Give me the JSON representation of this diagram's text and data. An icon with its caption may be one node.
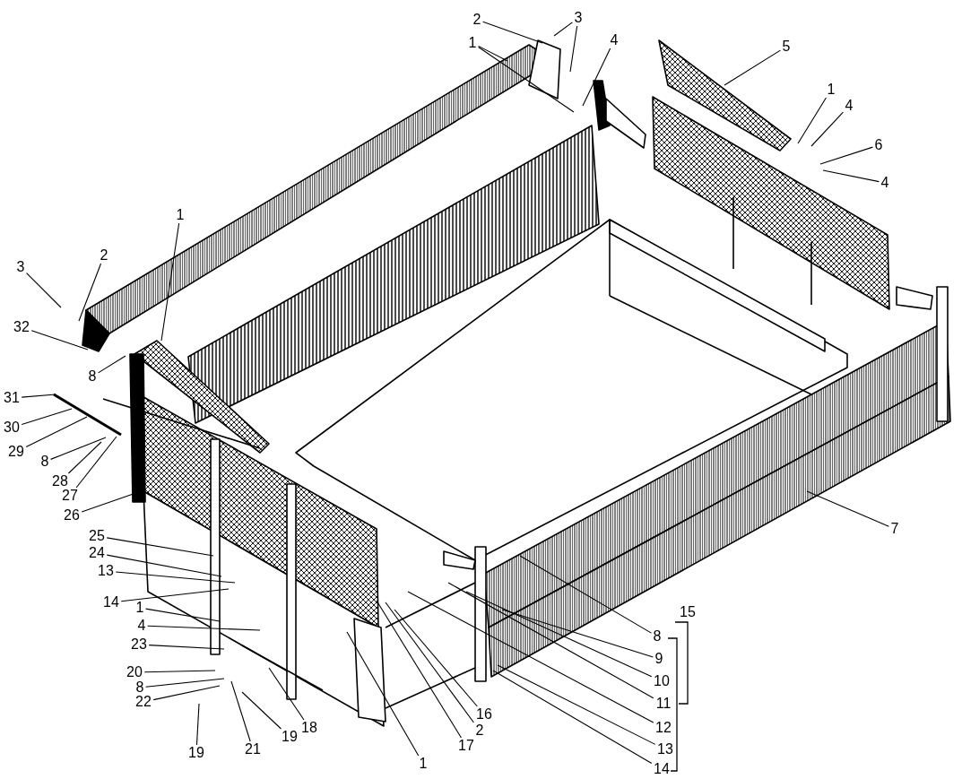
{
  "diagram": {
    "nodes": [
      {
        "text": [
          "2"
        ]
      },
      {
        "text": [
          "3"
        ]
      },
      {
        "text": [
          "1"
        ]
      },
      {
        "text": [
          "4"
        ]
      },
      {
        "text": [
          "5"
        ]
      },
      {
        "text": [
          "1"
        ]
      },
      {
        "text": [
          "4"
        ]
      },
      {
        "text": [
          "6"
        ]
      },
      {
        "text": [
          "4"
        ]
      },
      {
        "text": [
          "1"
        ]
      },
      {
        "text": [
          "3"
        ]
      },
      {
        "text": [
          "2"
        ]
      },
      {
        "text": [
          "32"
        ]
      },
      {
        "text": [
          "8"
        ]
      },
      {
        "text": [
          "31"
        ]
      },
      {
        "text": [
          "30"
        ]
      },
      {
        "text": [
          "29"
        ]
      },
      {
        "text": [
          "8"
        ]
      },
      {
        "text": [
          "28"
        ]
      },
      {
        "text": [
          "27"
        ]
      },
      {
        "text": [
          "26"
        ]
      },
      {
        "text": [
          "25"
        ]
      },
      {
        "text": [
          "24"
        ]
      },
      {
        "text": [
          "13"
        ]
      },
      {
        "text": [
          "14"
        ]
      },
      {
        "text": [
          "1"
        ]
      },
      {
        "text": [
          "4"
        ]
      },
      {
        "text": [
          "23"
        ]
      },
      {
        "text": [
          "20"
        ]
      },
      {
        "text": [
          "8"
        ]
      },
      {
        "text": [
          "22"
        ]
      },
      {
        "text": [
          "19"
        ]
      },
      {
        "text": [
          "21"
        ]
      },
      {
        "text": [
          "19"
        ]
      },
      {
        "text": [
          "18"
        ]
      },
      {
        "text": [
          "1"
        ]
      },
      {
        "text": [
          "17"
        ]
      },
      {
        "text": [
          "2"
        ]
      },
      {
        "text": [
          "16"
        ]
      },
      {
        "text": [
          "7"
        ]
      },
      {
        "text": [
          "8"
        ]
      },
      {
        "text": [
          "9"
        ]
      },
      {
        "text": [
          "10"
        ]
      },
      {
        "text": [
          "11"
        ]
      },
      {
        "text": [
          "12"
        ]
      },
      {
        "text": [
          "13"
        ]
      },
      {
        "text": [
          "14"
        ]
      },
      {
        "text": [
          "15"
        ]
      }
    ],
    "edges": [
      {
        "from": 0,
        "to": null,
        "arrow": "none"
      },
      {
        "from": 1,
        "to": null,
        "arrow": "none"
      },
      {
        "from": 1,
        "to": null,
        "arrow": "none"
      },
      {
        "from": 2,
        "to": null,
        "arrow": "none"
      },
      {
        "from": 2,
        "to": null,
        "arrow": "none"
      },
      {
        "from": 3,
        "to": null,
        "arrow": "none"
      },
      {
        "from": 4,
        "to": null,
        "arrow": "none"
      },
      {
        "from": 5,
        "to": null,
        "arrow": "none"
      },
      {
        "from": 6,
        "to": null,
        "arrow": "none"
      },
      {
        "from": 7,
        "to": null,
        "arrow": "none"
      },
      {
        "from": 8,
        "to": null,
        "arrow": "none"
      },
      {
        "from": 9,
        "to": null,
        "arrow": "none"
      },
      {
        "from": 10,
        "to": null,
        "arrow": "none"
      },
      {
        "from": 11,
        "to": null,
        "arrow": "none"
      },
      {
        "from": 12,
        "to": null,
        "arrow": "none"
      },
      {
        "from": 13,
        "to": null,
        "arrow": "none"
      },
      {
        "from": 14,
        "to": null,
        "arrow": "none"
      },
      {
        "from": 15,
        "to": null,
        "arrow": "none"
      },
      {
        "from": 16,
        "to": null,
        "arrow": "none"
      },
      {
        "from": 17,
        "to": null,
        "arrow": "none"
      },
      {
        "from": 18,
        "to": null,
        "arrow": "none"
      },
      {
        "from": 19,
        "to": null,
        "arrow": "none"
      },
      {
        "from": 20,
        "to": null,
        "arrow": "none"
      },
      {
        "from": 21,
        "to": null,
        "arrow": "none"
      },
      {
        "from": 22,
        "to": null,
        "arrow": "none"
      },
      {
        "from": 23,
        "to": null,
        "arrow": "none"
      },
      {
        "from": 24,
        "to": null,
        "arrow": "none"
      },
      {
        "from": 25,
        "to": null,
        "arrow": "none"
      },
      {
        "from": 26,
        "to": null,
        "arrow": "none"
      },
      {
        "from": 27,
        "to": null,
        "arrow": "none"
      },
      {
        "from": 28,
        "to": null,
        "arrow": "none"
      },
      {
        "from": 29,
        "to": null,
        "arrow": "none"
      },
      {
        "from": 30,
        "to": null,
        "arrow": "none"
      },
      {
        "from": 31,
        "to": null,
        "arrow": "none"
      },
      {
        "from": 32,
        "to": null,
        "arrow": "none"
      },
      {
        "from": 33,
        "to": null,
        "arrow": "none"
      },
      {
        "from": 34,
        "to": null,
        "arrow": "none"
      },
      {
        "from": 35,
        "to": null,
        "arrow": "none"
      },
      {
        "from": 36,
        "to": null,
        "arrow": "none"
      },
      {
        "from": 37,
        "to": null,
        "arrow": "none"
      },
      {
        "from": 38,
        "to": null,
        "arrow": "none"
      },
      {
        "from": 39,
        "to": null,
        "arrow": "none"
      },
      {
        "from": 40,
        "to": null,
        "arrow": "none"
      },
      {
        "from": 41,
        "to": null,
        "arrow": "none"
      },
      {
        "from": 42,
        "to": null,
        "arrow": "none"
      },
      {
        "from": 43,
        "to": null,
        "arrow": "none"
      },
      {
        "from": 44,
        "to": null,
        "arrow": "none"
      },
      {
        "from": 45,
        "to": null,
        "arrow": "none"
      },
      {
        "from": 46,
        "to": null,
        "arrow": "none"
      }
    ]
  }
}
